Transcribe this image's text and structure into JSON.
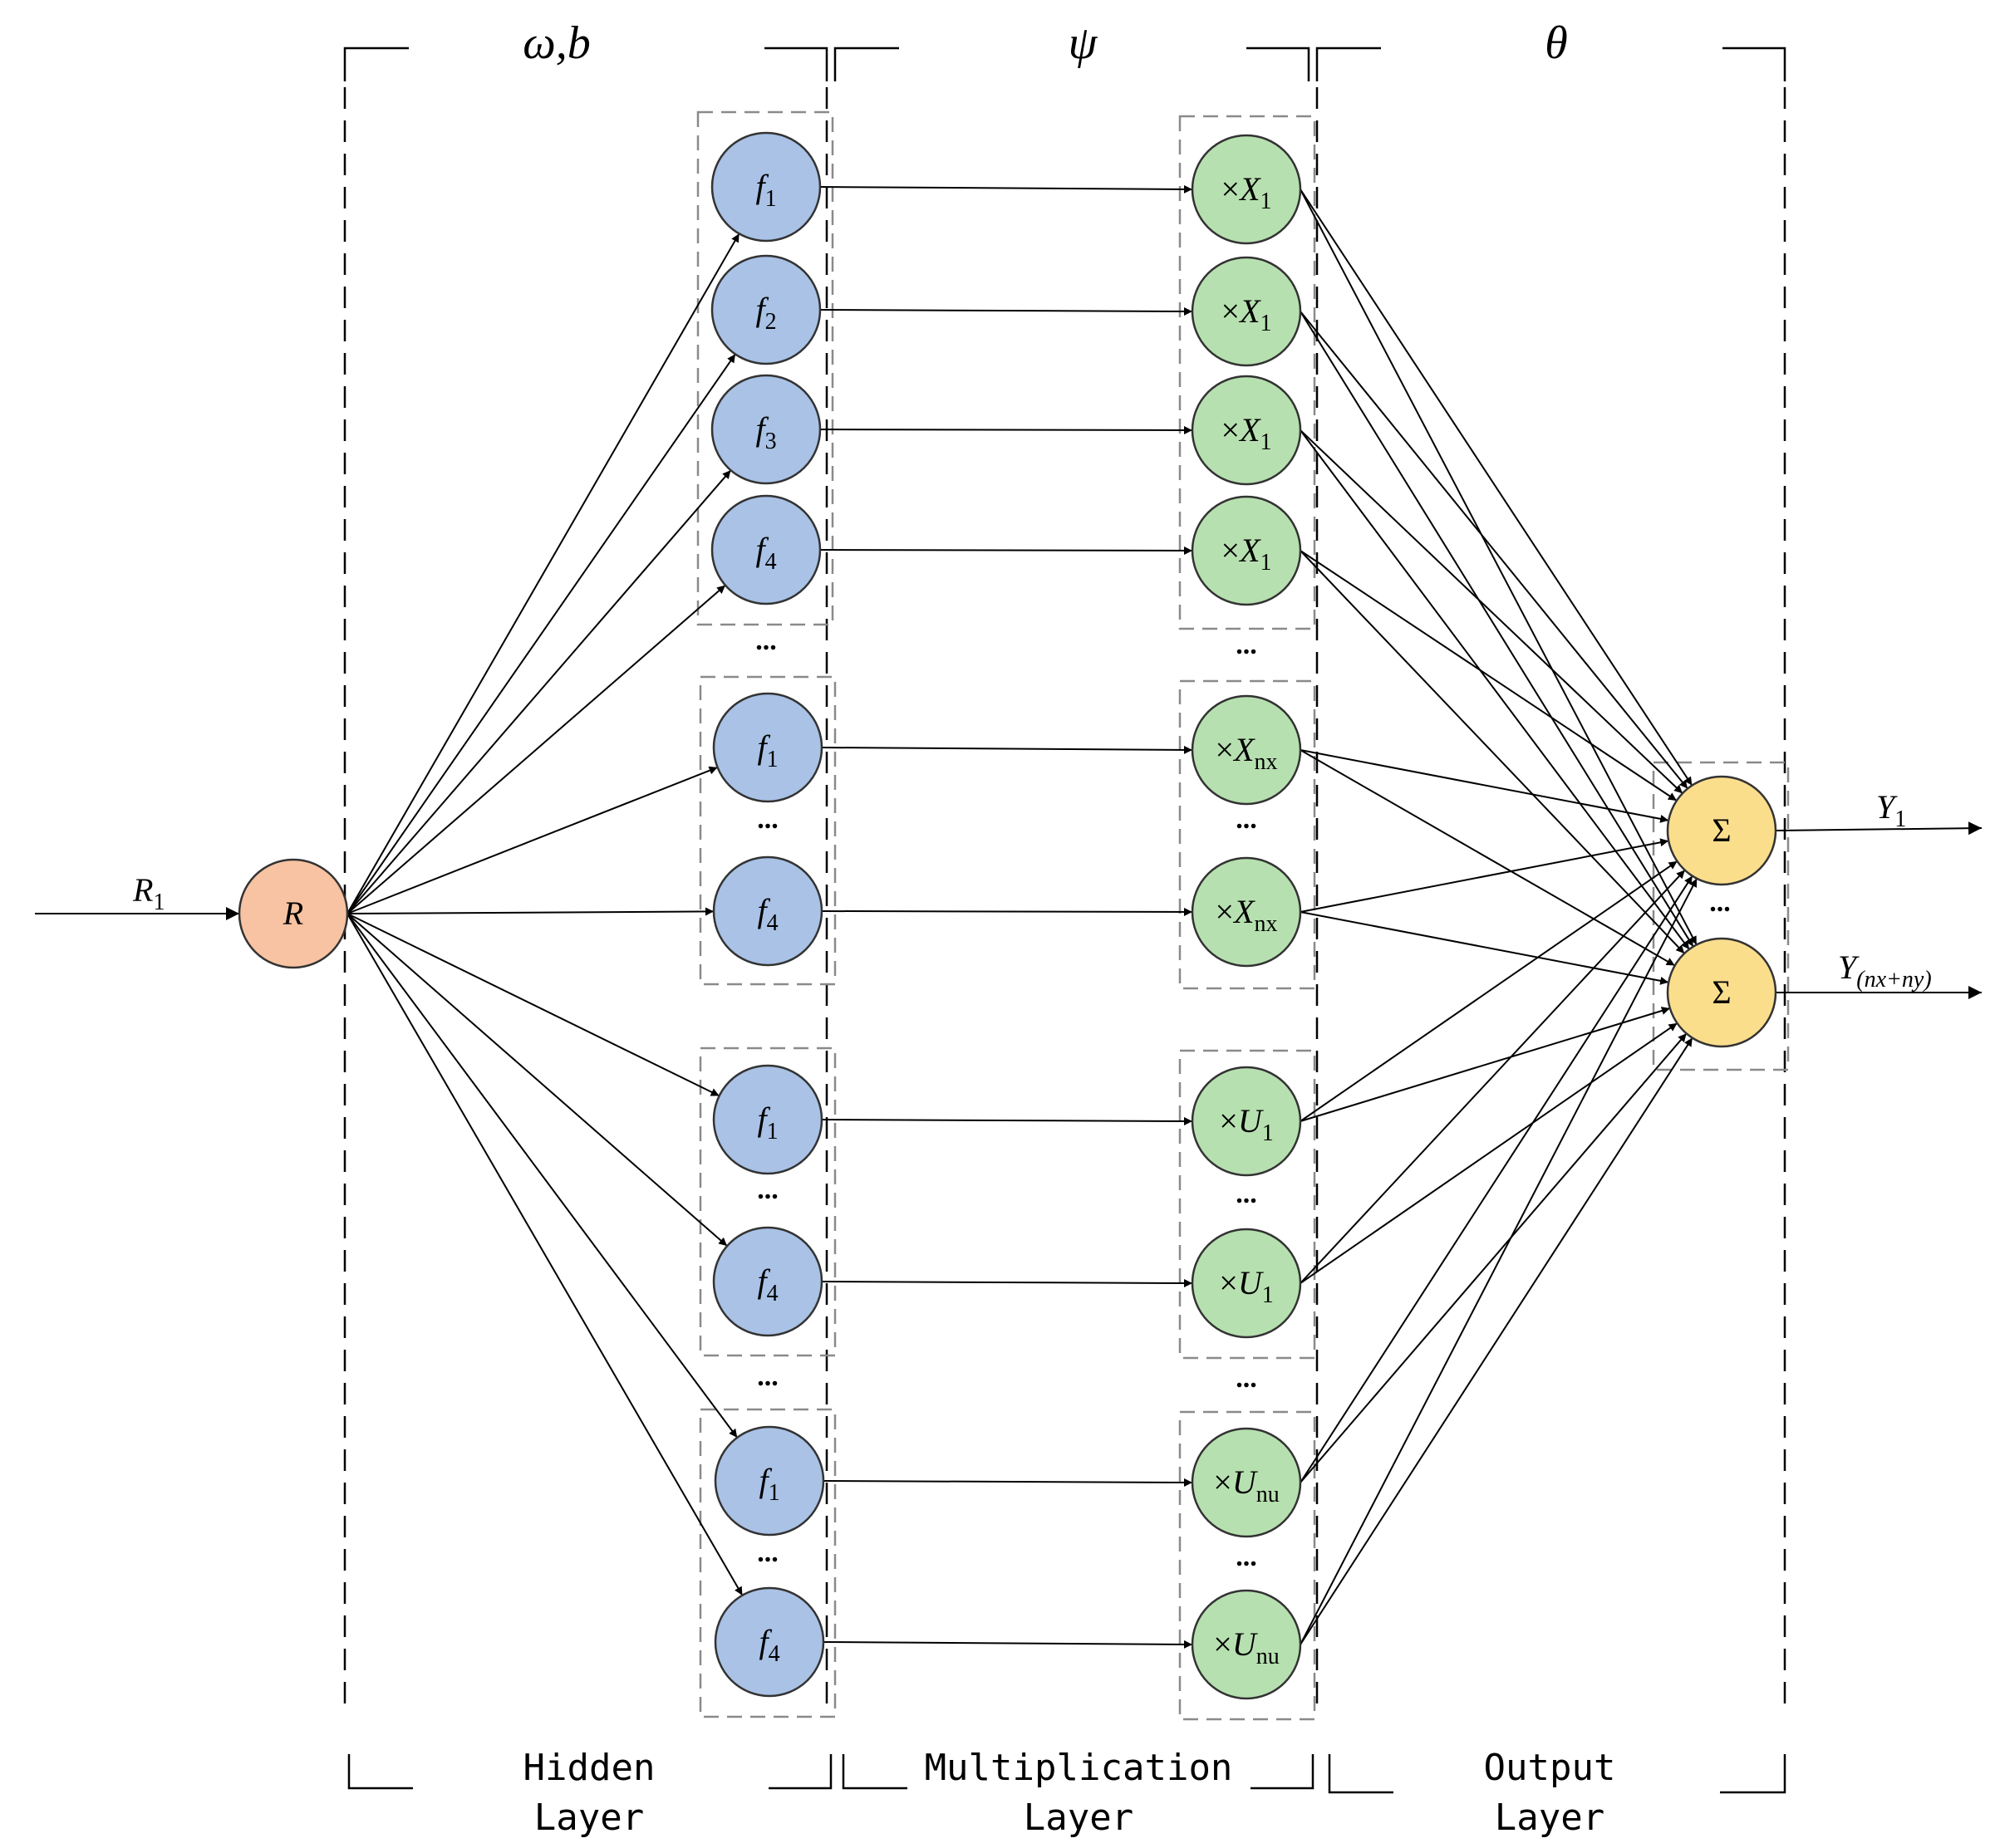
{
  "colors": {
    "input_node": "#f8c3a2",
    "hidden_node": "#a9c2e6",
    "mult_node": "#b7e0b0",
    "output_node": "#fbde8c"
  },
  "params": {
    "hidden": "ω,b",
    "multiplication": "ψ",
    "output": "θ"
  },
  "layers": {
    "hidden": [
      "Hidden",
      "Layer"
    ],
    "multiplication": [
      "Multiplication",
      "Layer"
    ],
    "output": [
      "Output",
      "Layer"
    ]
  },
  "input": {
    "signal": "R",
    "signal_sub": "1",
    "node": "R"
  },
  "hidden_nodes": [
    {
      "base": "f",
      "sub": "1"
    },
    {
      "base": "f",
      "sub": "2"
    },
    {
      "base": "f",
      "sub": "3"
    },
    {
      "base": "f",
      "sub": "4"
    },
    {
      "base": "f",
      "sub": "1"
    },
    {
      "base": "f",
      "sub": "4"
    },
    {
      "base": "f",
      "sub": "1"
    },
    {
      "base": "f",
      "sub": "4"
    },
    {
      "base": "f",
      "sub": "1"
    },
    {
      "base": "f",
      "sub": "4"
    }
  ],
  "mult_nodes": [
    {
      "pre": "×",
      "base": "X",
      "sub": "1"
    },
    {
      "pre": "×",
      "base": "X",
      "sub": "1"
    },
    {
      "pre": "×",
      "base": "X",
      "sub": "1"
    },
    {
      "pre": "×",
      "base": "X",
      "sub": "1"
    },
    {
      "pre": "×",
      "base": "X",
      "sub": "nx"
    },
    {
      "pre": "×",
      "base": "X",
      "sub": "nx"
    },
    {
      "pre": "×",
      "base": "U",
      "sub": "1"
    },
    {
      "pre": "×",
      "base": "U",
      "sub": "1"
    },
    {
      "pre": "×",
      "base": "U",
      "sub": "nu"
    },
    {
      "pre": "×",
      "base": "U",
      "sub": "nu"
    }
  ],
  "output_nodes": [
    "Σ",
    "Σ"
  ],
  "outputs": [
    {
      "base": "Y",
      "sub": "1"
    },
    {
      "base": "Y",
      "sub": "(nx+ny)"
    }
  ],
  "ellipsis": "..."
}
